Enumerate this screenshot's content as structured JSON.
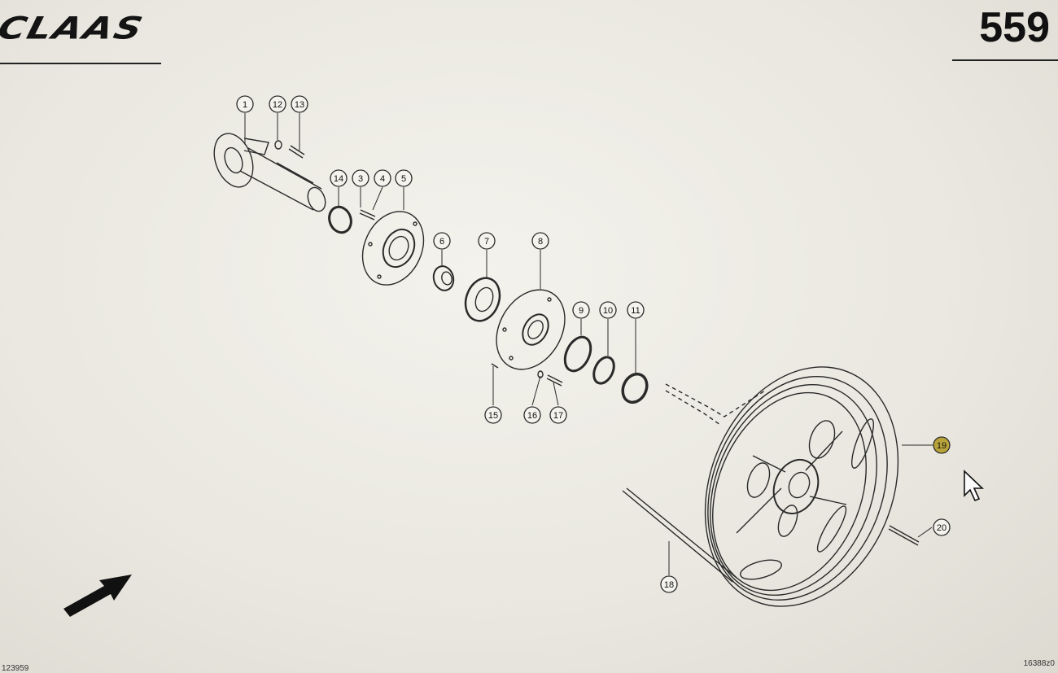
{
  "header": {
    "brand": "CLAAS",
    "page_number": "559"
  },
  "footer": {
    "left_code": "123959",
    "right_code": "16388z0"
  },
  "callouts": [
    {
      "id": "1",
      "label": "1"
    },
    {
      "id": "12",
      "label": "12"
    },
    {
      "id": "13",
      "label": "13"
    },
    {
      "id": "14",
      "label": "14"
    },
    {
      "id": "3",
      "label": "3"
    },
    {
      "id": "4",
      "label": "4"
    },
    {
      "id": "5",
      "label": "5"
    },
    {
      "id": "6",
      "label": "6"
    },
    {
      "id": "7",
      "label": "7"
    },
    {
      "id": "8",
      "label": "8"
    },
    {
      "id": "9",
      "label": "9"
    },
    {
      "id": "10",
      "label": "10"
    },
    {
      "id": "11",
      "label": "11"
    },
    {
      "id": "15",
      "label": "15"
    },
    {
      "id": "16",
      "label": "16"
    },
    {
      "id": "17",
      "label": "17"
    },
    {
      "id": "19",
      "label": "19",
      "highlighted": true
    },
    {
      "id": "20",
      "label": "20"
    },
    {
      "id": "18",
      "label": "18"
    }
  ],
  "colors": {
    "line": "#2a2a2a",
    "highlight": "#b8a43a"
  },
  "icons": {
    "direction_arrow": "arrow-up-right-icon",
    "pointer": "mouse-pointer-icon"
  }
}
